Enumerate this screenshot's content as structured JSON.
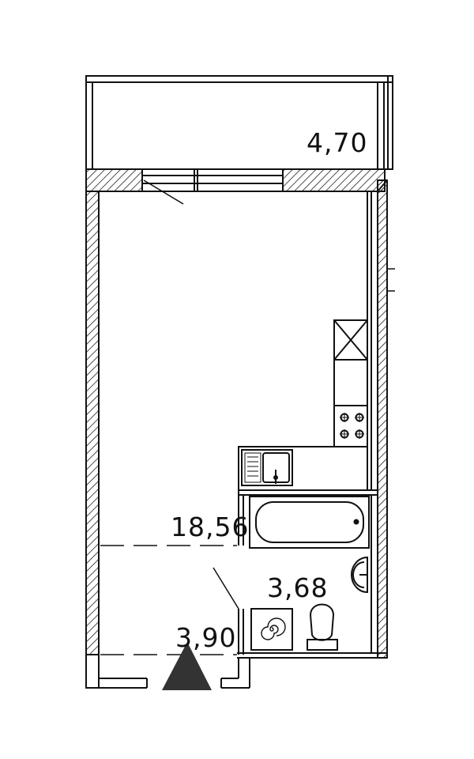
{
  "rooms": [
    {
      "id": "balcony",
      "area": "4,70"
    },
    {
      "id": "main-room",
      "area": "18,56"
    },
    {
      "id": "bathroom",
      "area": "3,68"
    },
    {
      "id": "hallway",
      "area": "3,90"
    }
  ],
  "colors": {
    "line": "#111111",
    "hatch": "#222222",
    "background": "#ffffff",
    "entrance": "#333333"
  },
  "icons": [
    "entrance-arrow-icon",
    "stove-icon",
    "sink-icon",
    "bathtub-icon",
    "toilet-icon",
    "washbasin-icon",
    "washing-machine-icon"
  ]
}
